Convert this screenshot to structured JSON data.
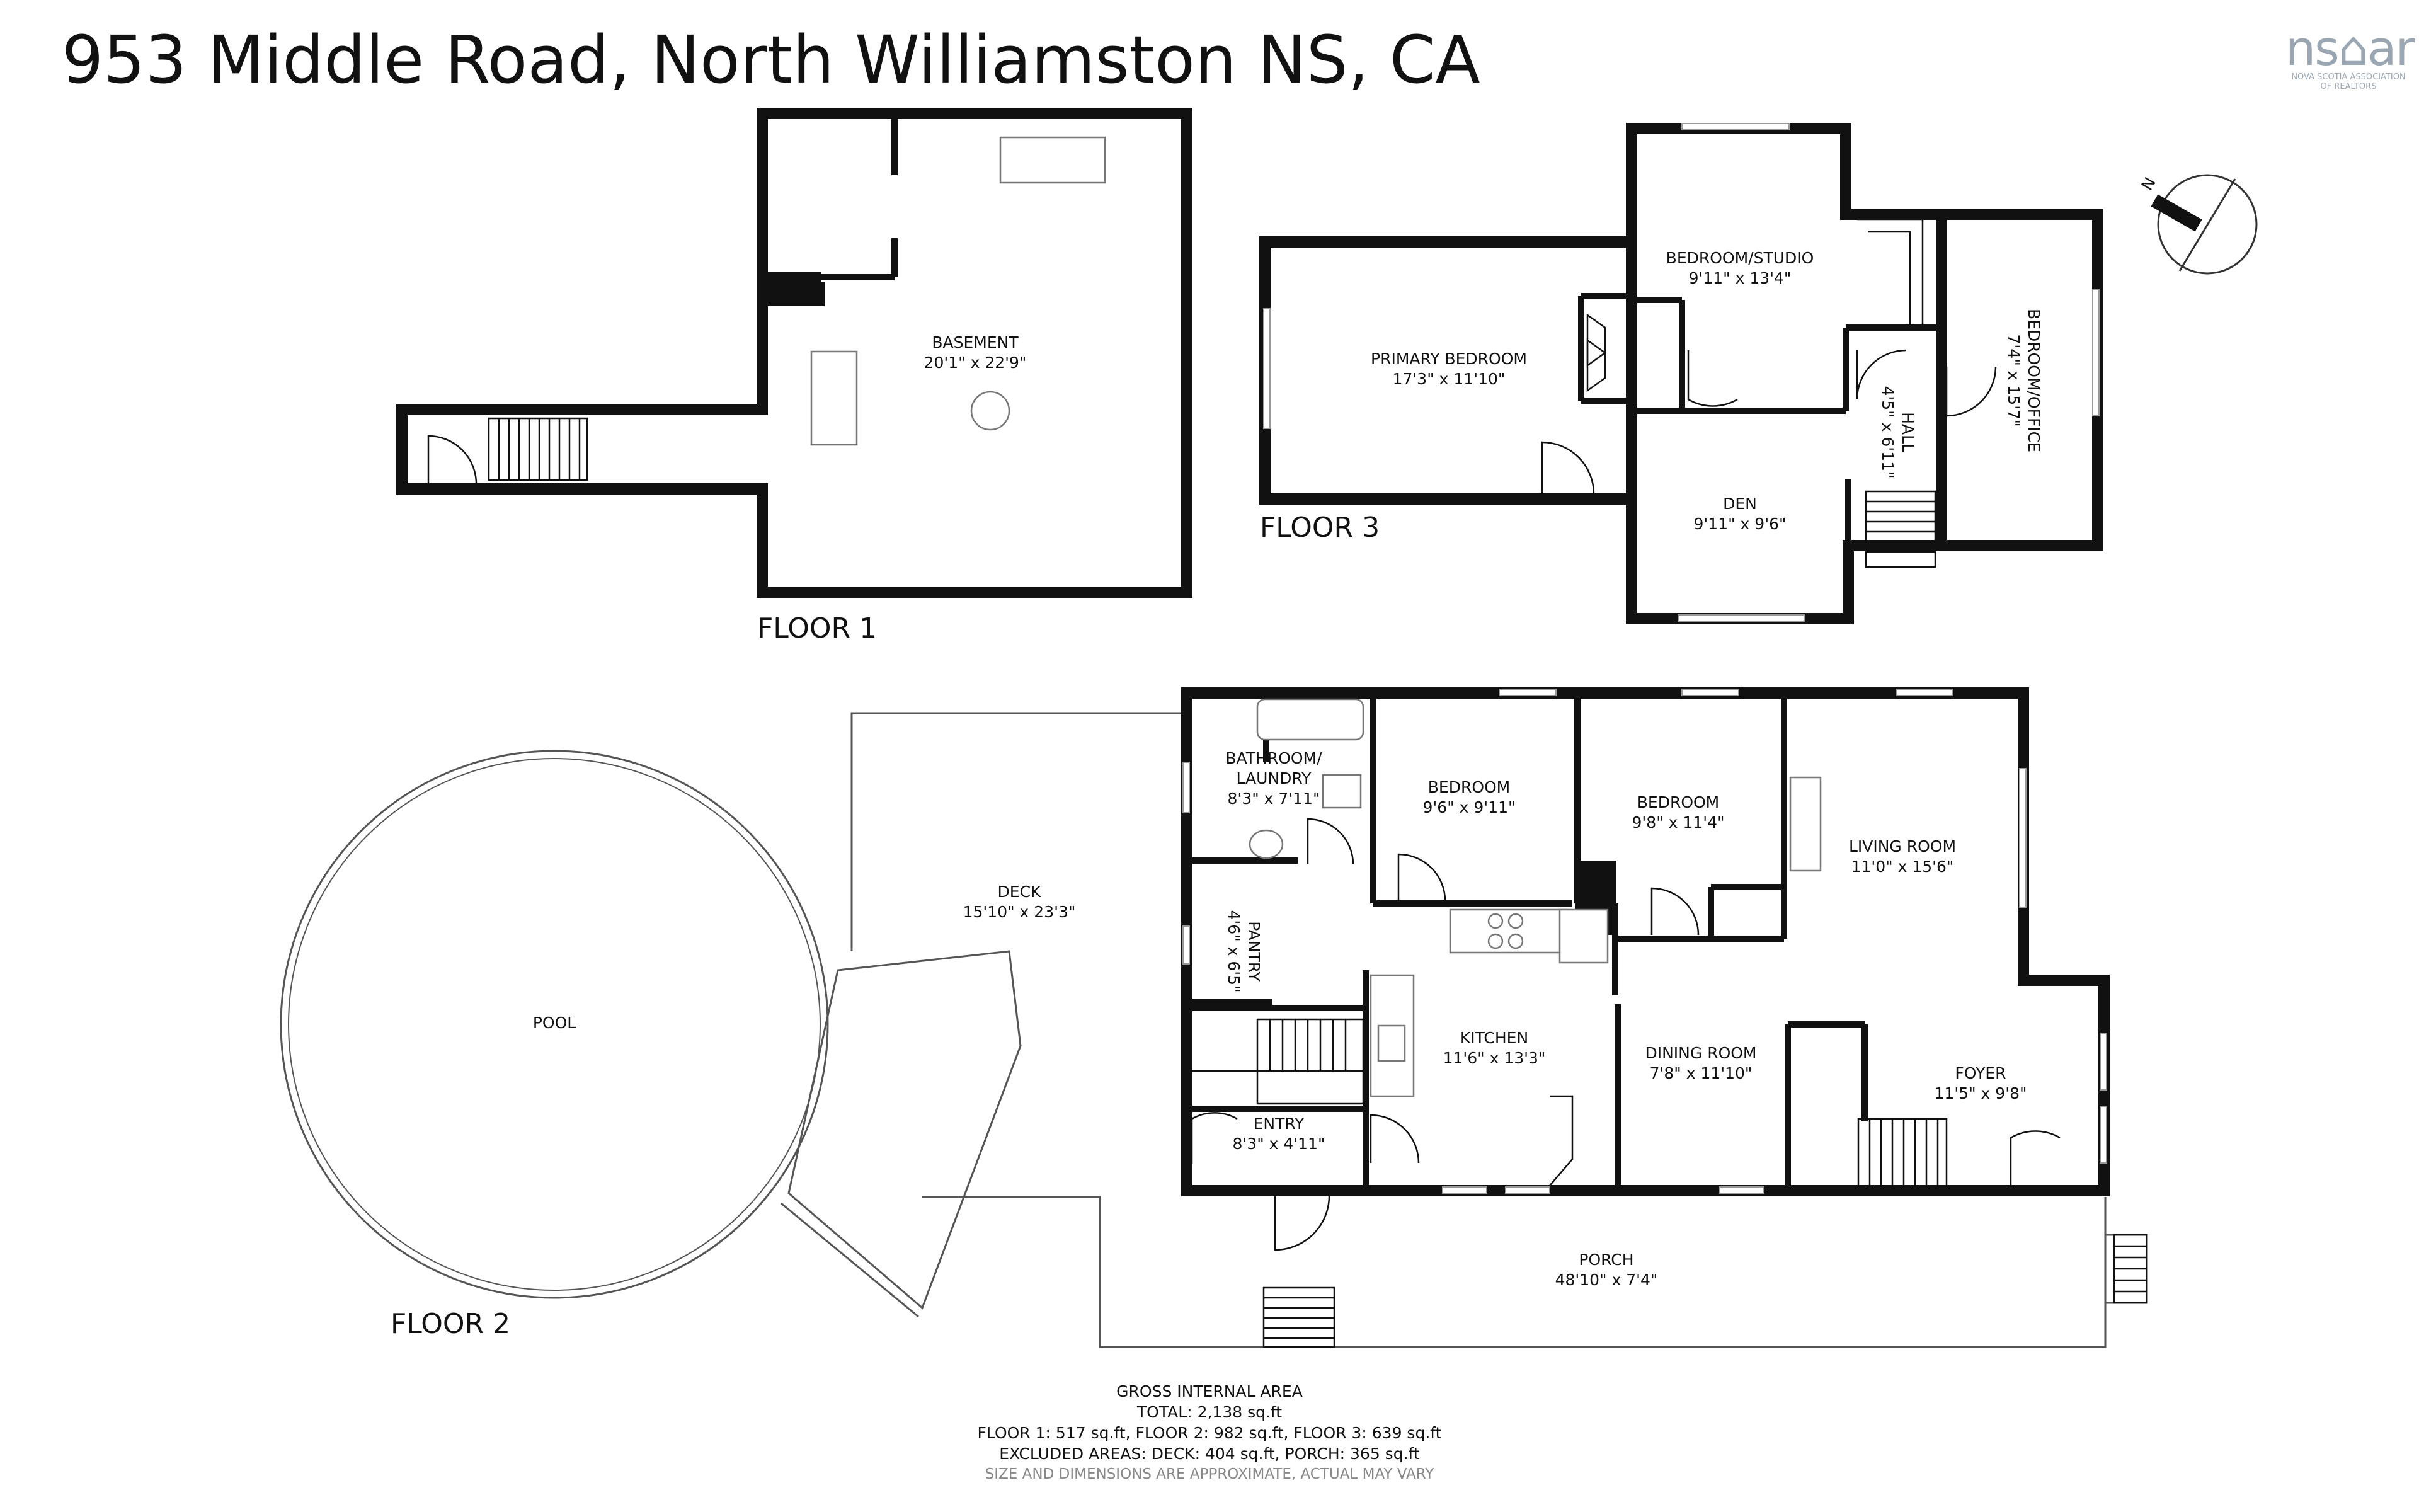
{
  "title": "953 Middle Road, North Williamston NS, CA",
  "logo": {
    "text": "ns⌂ar",
    "sub": "NOVA SCOTIA ASSOCIATION OF REALTORS"
  },
  "compass": {
    "north_label": "N"
  },
  "floors": {
    "floor1": "FLOOR 1",
    "floor2": "FLOOR 2",
    "floor3": "FLOOR 3"
  },
  "rooms": {
    "basement": {
      "name": "BASEMENT",
      "dim": "20'1\" x 22'9\""
    },
    "primary_bedroom": {
      "name": "PRIMARY BEDROOM",
      "dim": "17'3\" x 11'10\""
    },
    "bedroom_studio": {
      "name": "BEDROOM/STUDIO",
      "dim": "9'11\" x 13'4\""
    },
    "hall": {
      "name": "HALL",
      "dim": "4'5\" x 6'11\""
    },
    "bedroom_office": {
      "name": "BEDROOM/OFFICE",
      "dim": "7'4\" x 15'7\""
    },
    "den": {
      "name": "DEN",
      "dim": "9'11\" x 9'6\""
    },
    "bathroom_laundry": {
      "name1": "BATHROOM/",
      "name2": "LAUNDRY",
      "dim": "8'3\" x 7'11\""
    },
    "bedroom_a": {
      "name": "BEDROOM",
      "dim": "9'6\" x 9'11\""
    },
    "bedroom_b": {
      "name": "BEDROOM",
      "dim": "9'8\" x 11'4\""
    },
    "living_room": {
      "name": "LIVING ROOM",
      "dim": "11'0\" x 15'6\""
    },
    "deck": {
      "name": "DECK",
      "dim": "15'10\" x 23'3\""
    },
    "pool": {
      "name": "POOL"
    },
    "pantry": {
      "name": "PANTRY",
      "dim": "4'6\" x 6'5\""
    },
    "kitchen": {
      "name": "KITCHEN",
      "dim": "11'6\" x 13'3\""
    },
    "dining_room": {
      "name": "DINING ROOM",
      "dim": "7'8\" x 11'10\""
    },
    "foyer": {
      "name": "FOYER",
      "dim": "11'5\" x 9'8\""
    },
    "entry": {
      "name": "ENTRY",
      "dim": "8'3\" x 4'11\""
    },
    "porch": {
      "name": "PORCH",
      "dim": "48'10\" x 7'4\""
    }
  },
  "area_summary": {
    "heading": "GROSS INTERNAL AREA",
    "total": "TOTAL: 2,138 sq.ft",
    "floors": "FLOOR 1: 517 sq.ft, FLOOR 2: 982 sq.ft, FLOOR 3: 639 sq.ft",
    "excluded": "EXCLUDED AREAS: DECK: 404 sq.ft, PORCH: 365 sq.ft",
    "disclaimer": "SIZE AND DIMENSIONS ARE APPROXIMATE, ACTUAL MAY VARY"
  }
}
